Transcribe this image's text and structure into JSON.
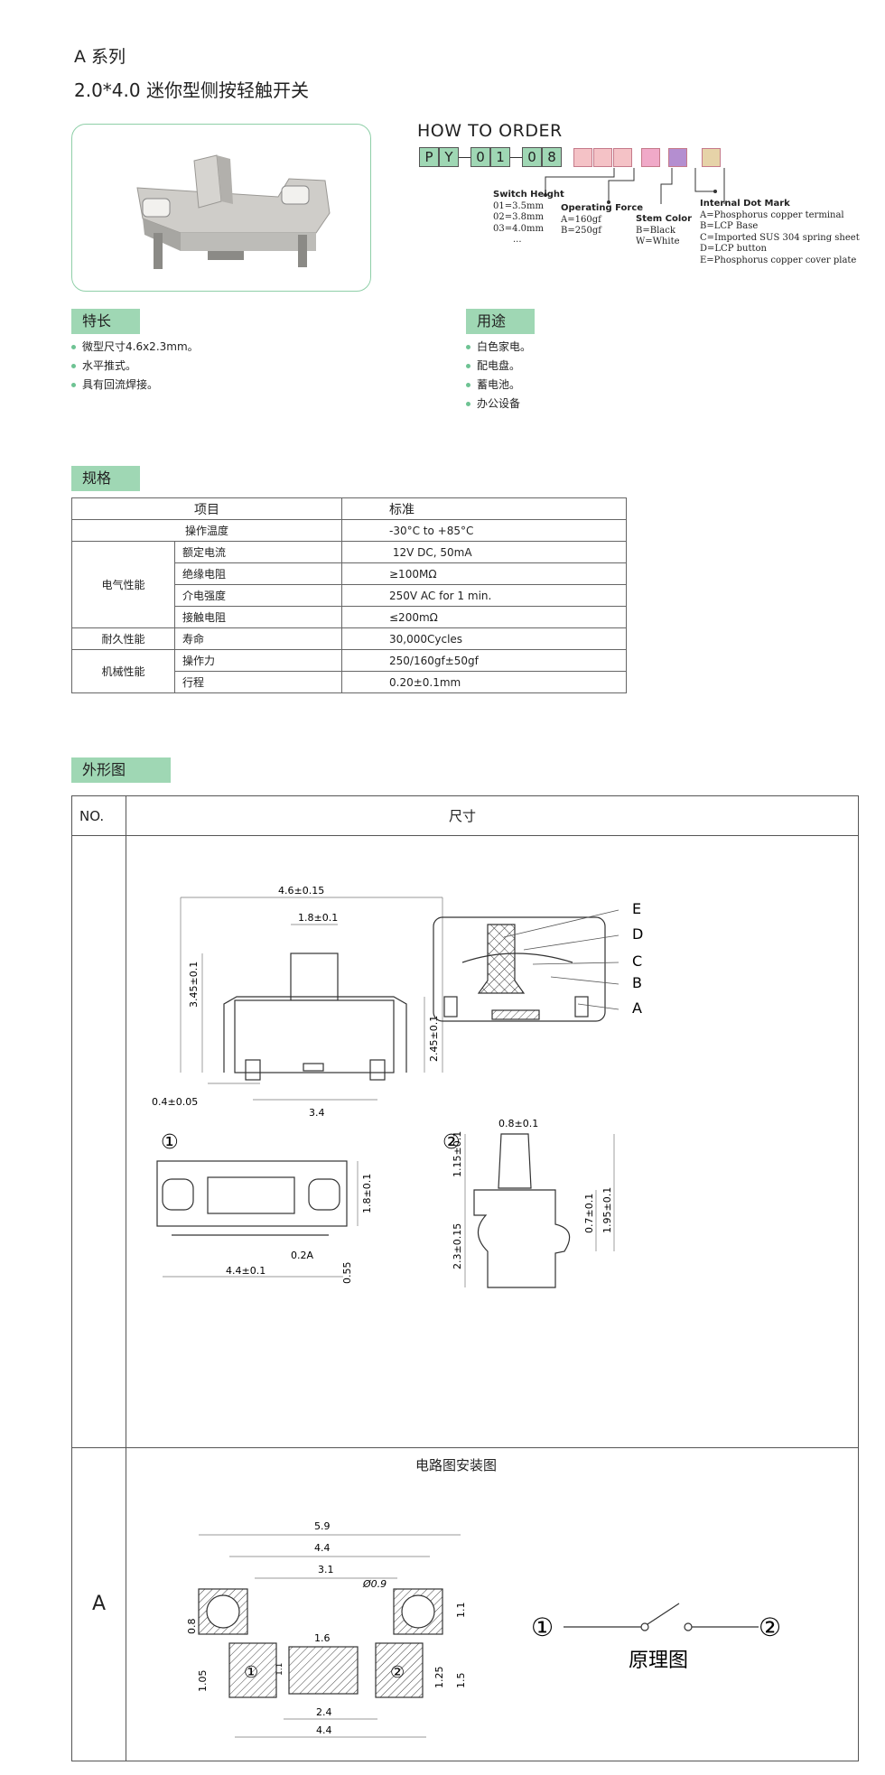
{
  "header": {
    "series": "A 系列",
    "title": "2.0*4.0 迷你型侧按轻触开关"
  },
  "order": {
    "heading": "HOW TO ORDER",
    "code_chars": [
      "P",
      "Y",
      "0",
      "1",
      "0",
      "8"
    ],
    "slot_colors": [
      "#f4c2c6",
      "#f4c2c6",
      "#f4c2c6",
      "#f0a9c8",
      "#b48ed0",
      "#e6d3a8"
    ],
    "switch_height": {
      "title": "Switch Height",
      "items": [
        "01=3.5mm",
        "02=3.8mm",
        "03=4.0mm",
        "..."
      ]
    },
    "operating_force": {
      "title": "Operating Force",
      "items": [
        "A=160gf",
        "B=250gf"
      ]
    },
    "stem_color": {
      "title": "Stem Color",
      "items": [
        "B=Black",
        "W=White"
      ]
    },
    "internal_dot_mark": {
      "title": "Internal Dot Mark",
      "items": [
        "A=Phosphorus copper terminal",
        "B=LCP Base",
        "C=Imported SUS 304 spring sheet",
        "D=LCP button",
        "E=Phosphorus copper cover plate"
      ]
    }
  },
  "features": {
    "title": "特长",
    "items": [
      "微型尺寸4.6x2.3mm。",
      "水平推式。",
      "具有回流焊接。"
    ]
  },
  "uses": {
    "title": "用途",
    "items": [
      "白色家电。",
      "配电盘。",
      "蓄电池。",
      "办公设备"
    ]
  },
  "spec": {
    "title": "规格",
    "header": [
      "项目",
      "标准"
    ],
    "rows": [
      {
        "group": "",
        "item": "操作温度",
        "value": "-30°C to +85°C"
      },
      {
        "group": "电气性能",
        "item": "额定电流",
        "value": " 12V DC, 50mA"
      },
      {
        "group": "",
        "item": "绝缘电阻",
        "value": "≥100MΩ"
      },
      {
        "group": "",
        "item": "介电强度",
        "value": "250V AC for 1 min."
      },
      {
        "group": "",
        "item": "接触电阻",
        "value": "≤200mΩ"
      },
      {
        "group": "耐久性能",
        "item": "寿命",
        "value": "30,000Cycles"
      },
      {
        "group": "机械性能",
        "item": "操作力",
        "value": "250/160gf±50gf"
      },
      {
        "group": "",
        "item": "行程",
        "value": "0.20±0.1mm"
      }
    ]
  },
  "outline": {
    "title": "外形图",
    "col_no": "NO.",
    "col_dim": "尺寸",
    "row_label": "A",
    "circuit_title": "电路图安装图",
    "schematic_label": "原理图",
    "dims_front": {
      "width": "4.6±0.15",
      "stem": "1.8±0.1",
      "height": "3.45±0.1",
      "body": "2.45±0.1",
      "pin": "0.4±0.05",
      "pitch": "3.4",
      "pin1": "①",
      "pin2": "②"
    },
    "dims_top": {
      "depth": "1.8±0.1",
      "width": "4.4±0.1",
      "a": "0.2A",
      "b": "0.55"
    },
    "dims_side": {
      "stem": "0.8±0.1",
      "h1": "1.15±0.1",
      "h2": "2.3±0.15",
      "h3": "0.7±0.1",
      "h4": "1.95±0.1"
    },
    "section_labels": [
      "E",
      "D",
      "C",
      "B",
      "A"
    ],
    "pcb": {
      "w1": "5.9",
      "w2": "4.4",
      "w3": "3.1",
      "hole": "Ø0.9",
      "h1": "1.1",
      "h2": "0.8",
      "c": "1.6",
      "b1": "1.05",
      "b2": "1.25",
      "b3": "1.5",
      "b4": "1.1",
      "bw": "2.4",
      "bw2": "4.4",
      "p1": "①",
      "p2": "②"
    }
  }
}
